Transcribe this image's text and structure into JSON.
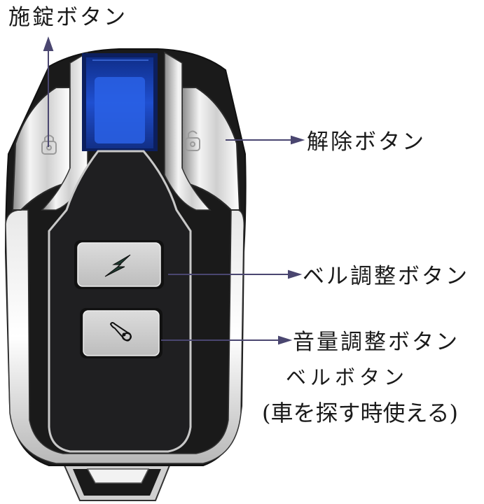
{
  "labels": {
    "lock_button": "施錠ボタン",
    "unlock_button": "解除ボタン",
    "bell_adjust_button": "ベル調整ボタン",
    "volume_adjust_button": "音量調整ボタン",
    "bell_button": "ベルボタン",
    "bell_button_note": "(車を探す時使える)"
  },
  "icons": {
    "lock": "padlock-closed-icon",
    "unlock": "padlock-open-icon",
    "bell_adjust": "lightning-bolt-icon",
    "volume": "bell-icon"
  },
  "colors": {
    "arrow": "#4a4670",
    "fob_body": "#1c1c1e",
    "chrome": "#d9d9d9",
    "led_window": "#1f44b8",
    "button_face": "#cfcfcf"
  }
}
